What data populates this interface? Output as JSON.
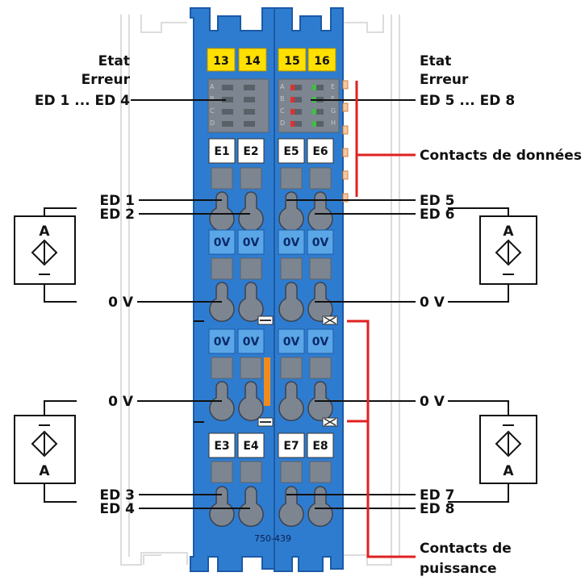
{
  "colors": {
    "module_blue": "#2e7cd0",
    "module_dark": "#1b5aa6",
    "contact_gray": "#7c8590",
    "label_yellow": "#ffe000",
    "accent_red": "#e02020",
    "orange": "#f08a1c",
    "led_red": "#e03030",
    "led_green": "#40c040"
  },
  "module": {
    "part_number": "750-439",
    "channel_tags": [
      "13",
      "14",
      "15",
      "16"
    ],
    "led_letters_left": [
      "A",
      "B",
      "C",
      "D"
    ],
    "led_letters_right": [
      "E",
      "F",
      "G",
      "H"
    ],
    "input_tags_top": [
      "E1",
      "E2",
      "E5",
      "E6"
    ],
    "input_tags_bottom": [
      "E3",
      "E4",
      "E7",
      "E8"
    ],
    "zero_v_tag": "0V"
  },
  "labels": {
    "left": {
      "etat": "Etat",
      "erreur": "Erreur",
      "ed1_4": "ED 1 ... ED 4",
      "ed1": "ED 1",
      "ed2": "ED 2",
      "zero_v_top": "0 V",
      "zero_v_bottom": "0 V",
      "ed3": "ED 3",
      "ed4": "ED 4"
    },
    "right": {
      "etat": "Etat",
      "erreur": "Erreur",
      "ed5_8": "ED 5 ... ED 8",
      "data_contacts": "Contacts de données",
      "ed5": "ED 5",
      "ed6": "ED 6",
      "zero_v_top": "0 V",
      "zero_v_bottom": "0 V",
      "ed7": "ED 7",
      "ed8": "ED 8",
      "power_contacts_1": "Contacts de",
      "power_contacts_2": "puissance"
    }
  },
  "sensors": {
    "symbol_letter": "A"
  }
}
